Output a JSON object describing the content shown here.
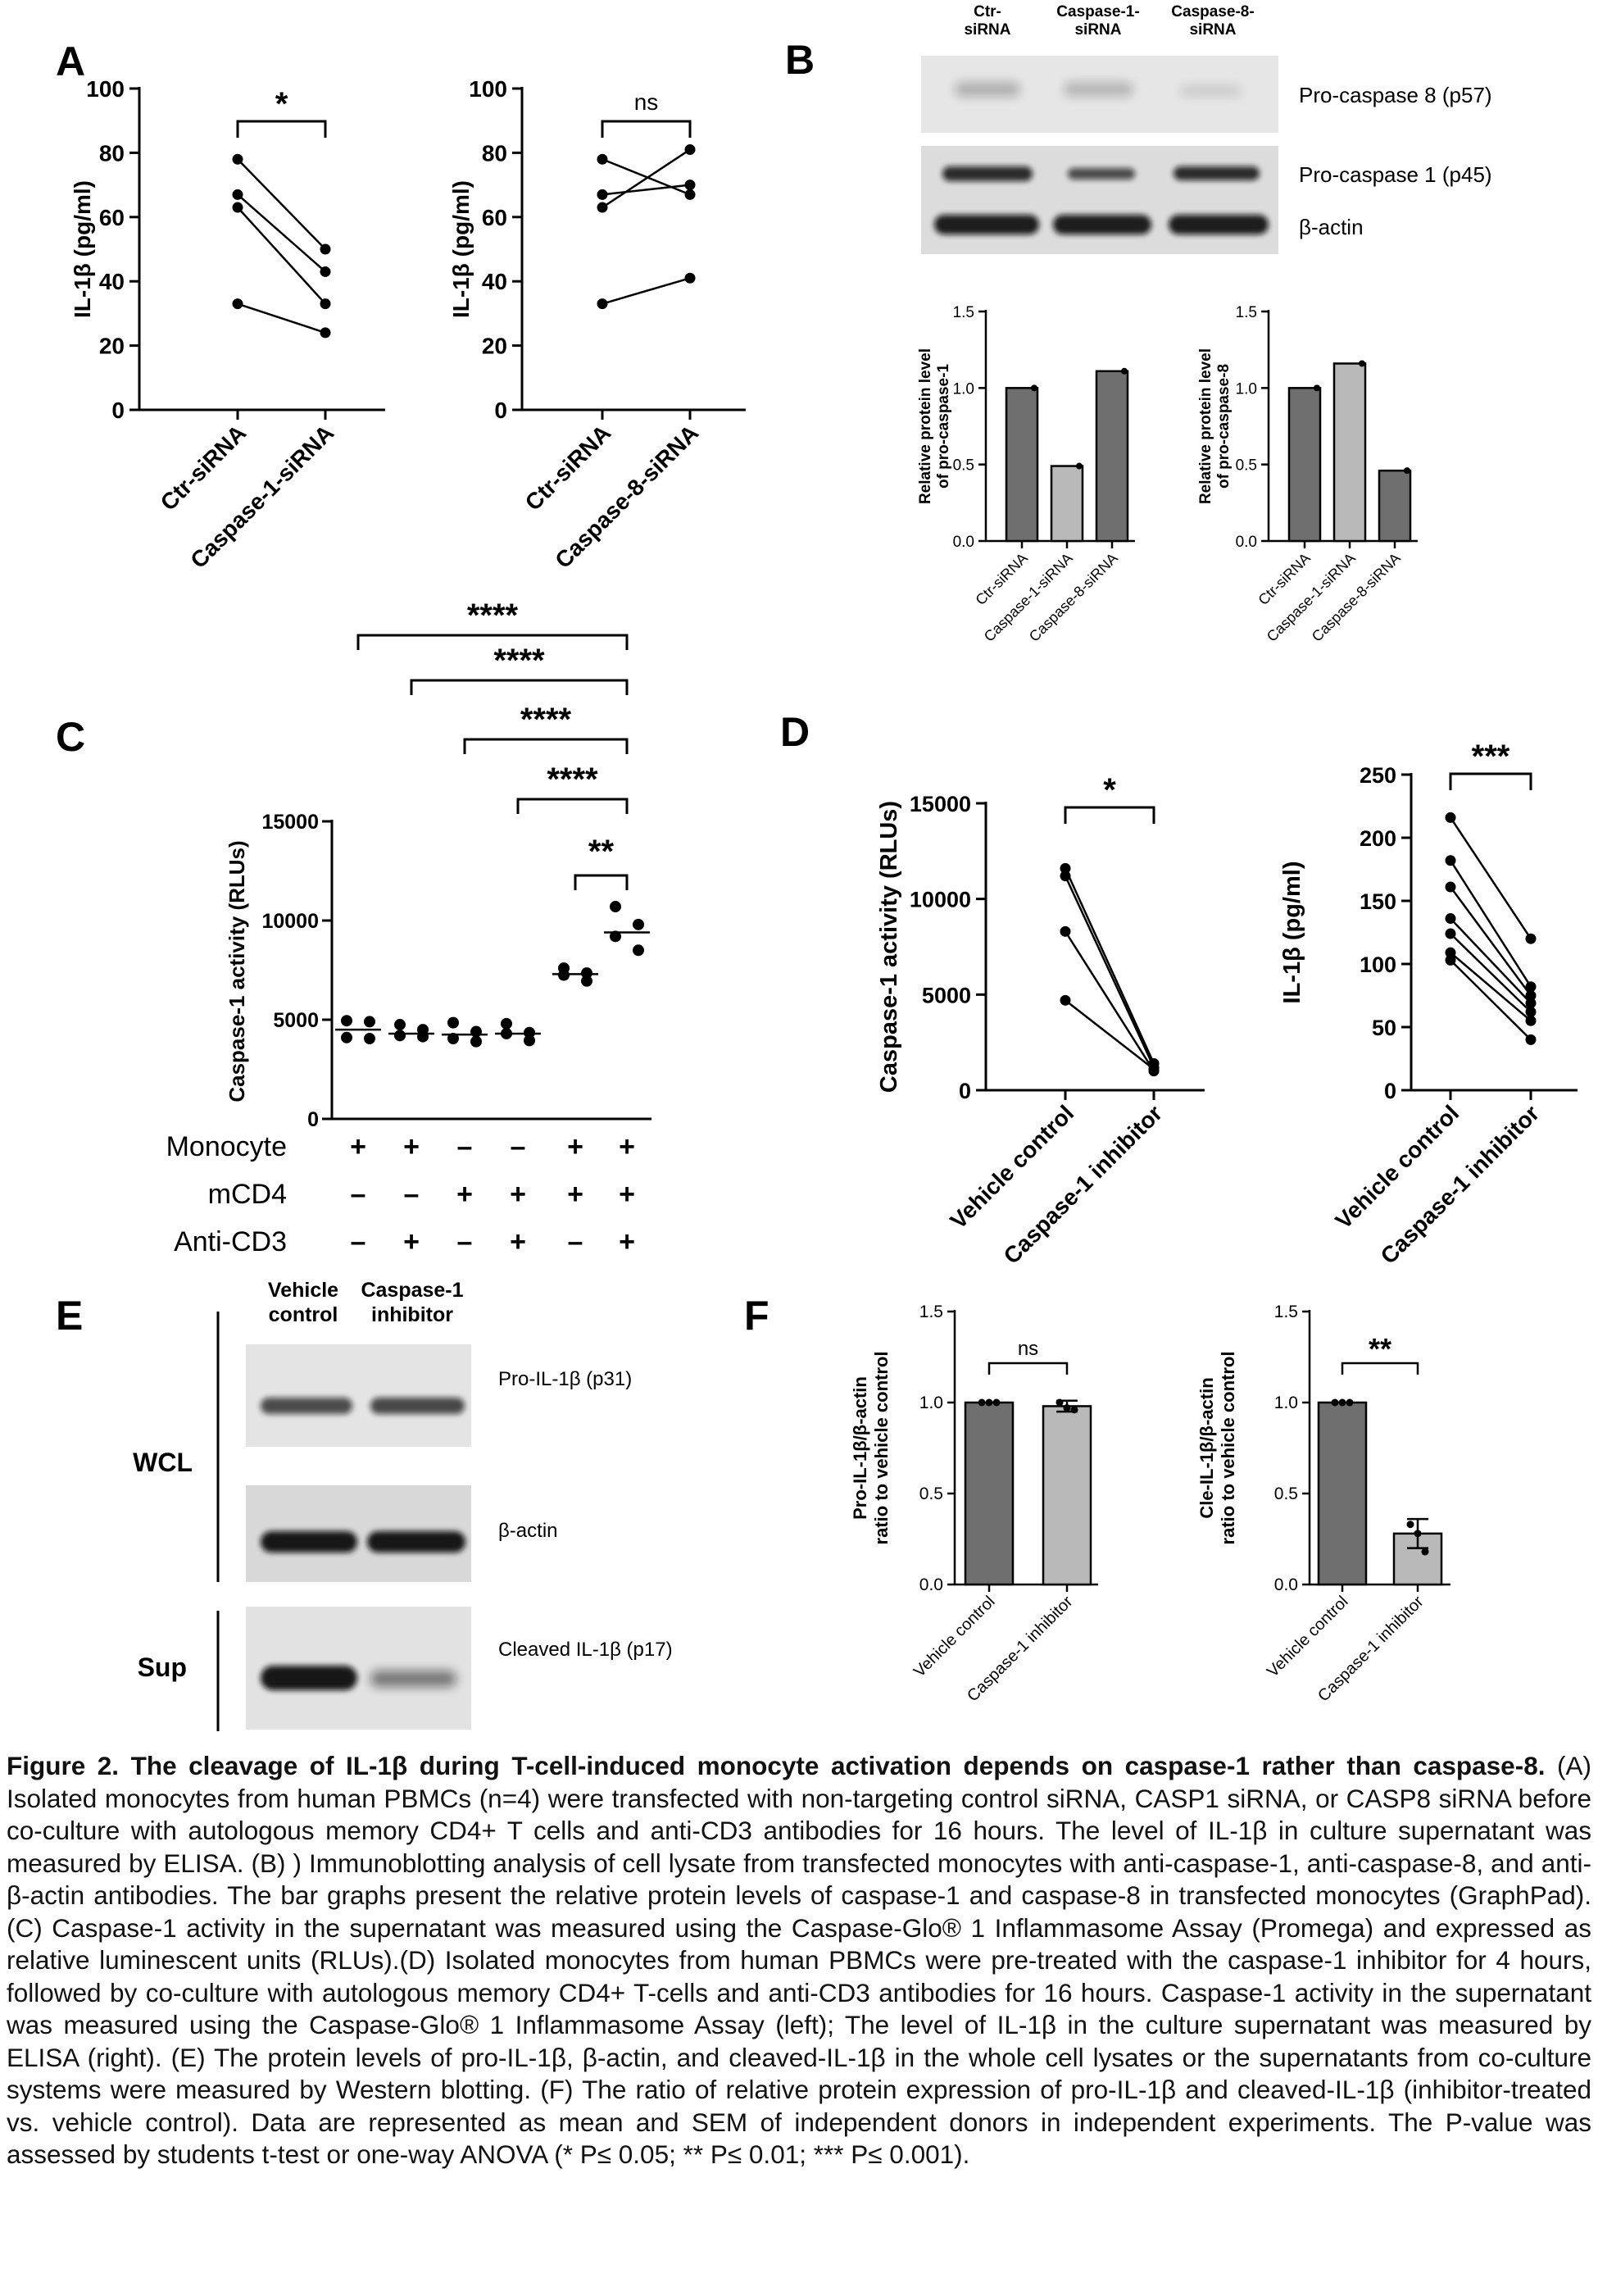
{
  "panels": {
    "A": {
      "letter": "A",
      "ylabel": "IL-1β (pg/ml)",
      "charts": [
        {
          "type": "scatter",
          "paired": true,
          "categories": [
            "Ctr-siRNA",
            "Caspase-1-siRNA"
          ],
          "pairs": [
            [
              78,
              50
            ],
            [
              67,
              43
            ],
            [
              63,
              33
            ],
            [
              33,
              24
            ]
          ],
          "yticks": [
            0,
            20,
            40,
            60,
            80,
            100
          ],
          "ylim": [
            0,
            100
          ],
          "sig": "*"
        },
        {
          "type": "scatter",
          "paired": true,
          "categories": [
            "Ctr-siRNA",
            "Caspase-8-siRNA"
          ],
          "pairs": [
            [
              78,
              67
            ],
            [
              67,
              70
            ],
            [
              63,
              81
            ],
            [
              33,
              41
            ]
          ],
          "yticks": [
            0,
            20,
            40,
            60,
            80,
            100
          ],
          "ylim": [
            0,
            100
          ],
          "sig": "ns"
        }
      ]
    },
    "B": {
      "letter": "B",
      "lane_labels": [
        [
          "Ctr-",
          "siRNA"
        ],
        [
          "Caspase-1-",
          "siRNA"
        ],
        [
          "Caspase-8-",
          "siRNA"
        ]
      ],
      "blot_labels": [
        "Pro-caspase 8 (p57)",
        "Pro-caspase 1 (p45)",
        "β-actin"
      ],
      "bar_charts": [
        {
          "type": "bar",
          "ylabel_lines": [
            "Relative protein level",
            "of pro-caspase-1"
          ],
          "categories": [
            "Ctr-siRNA",
            "Caspase-1-siRNA",
            "Caspase-8-siRNA"
          ],
          "values": [
            1.0,
            0.49,
            1.11
          ],
          "yticks": [
            "0.0",
            "0.5",
            "1.0",
            "1.5"
          ],
          "ylim": [
            0,
            1.5
          ]
        },
        {
          "type": "bar",
          "ylabel_lines": [
            "Relative protein level",
            "of pro-caspase-8"
          ],
          "categories": [
            "Ctr-siRNA",
            "Caspase-1-siRNA",
            "Caspase-8-siRNA"
          ],
          "values": [
            1.0,
            1.16,
            0.46
          ],
          "yticks": [
            "0.0",
            "0.5",
            "1.0",
            "1.5"
          ],
          "ylim": [
            0,
            1.5
          ]
        }
      ]
    },
    "C": {
      "letter": "C",
      "chart": {
        "type": "scatter",
        "ylabel": "Caspase-1 activity (RLUs)",
        "yticks": [
          0,
          5000,
          10000,
          15000
        ],
        "ylim": [
          0,
          15000
        ],
        "groups": [
          {
            "points": [
              4950,
              4900,
              4100,
              4050
            ],
            "median": 4500
          },
          {
            "points": [
              4750,
              4500,
              4200,
              4150
            ],
            "median": 4300
          },
          {
            "points": [
              4850,
              4400,
              4050,
              3900
            ],
            "median": 4250
          },
          {
            "points": [
              4800,
              4350,
              4300,
              3950
            ],
            "median": 4300
          },
          {
            "points": [
              7600,
              7350,
              7250,
              6950
            ],
            "median": 7300
          },
          {
            "points": [
              10700,
              9800,
              9200,
              8500
            ],
            "median": 9400
          }
        ],
        "sig": [
          {
            "from": 0,
            "label": "****"
          },
          {
            "from": 1,
            "label": "****"
          },
          {
            "from": 2,
            "label": "****"
          },
          {
            "from": 3,
            "label": "****"
          },
          {
            "from": 4,
            "label": "**"
          }
        ],
        "conditions": [
          {
            "name": "Monocyte",
            "signs": [
              "+",
              "+",
              "–",
              "–",
              "+",
              "+"
            ]
          },
          {
            "name": "mCD4",
            "signs": [
              "–",
              "–",
              "+",
              "+",
              "+",
              "+"
            ]
          },
          {
            "name": "Anti-CD3",
            "signs": [
              "–",
              "+",
              "–",
              "+",
              "–",
              "+"
            ]
          }
        ]
      }
    },
    "D": {
      "letter": "D",
      "charts": [
        {
          "type": "scatter",
          "paired": true,
          "ylabel": "Caspase-1 activity (RLUs)",
          "categories": [
            "Vehicle control",
            "Caspase-1 inhibitor"
          ],
          "pairs": [
            [
              11600,
              1400
            ],
            [
              11200,
              1200
            ],
            [
              8300,
              1000
            ],
            [
              4700,
              1100
            ]
          ],
          "yticks": [
            0,
            5000,
            10000,
            15000
          ],
          "ylim": [
            0,
            15000
          ],
          "sig": "*"
        },
        {
          "type": "scatter",
          "paired": true,
          "ylabel": "IL-1β (pg/ml)",
          "categories": [
            "Vehicle control",
            "Caspase-1 inhibitor"
          ],
          "pairs": [
            [
              216,
              120
            ],
            [
              182,
              82
            ],
            [
              161,
              75
            ],
            [
              136,
              69
            ],
            [
              124,
              62
            ],
            [
              109,
              55
            ],
            [
              103,
              40
            ]
          ],
          "yticks": [
            0,
            50,
            100,
            150,
            200,
            250
          ],
          "ylim": [
            0,
            250
          ],
          "sig": "***"
        }
      ]
    },
    "E": {
      "letter": "E",
      "lane_labels": [
        [
          "Vehicle",
          "control"
        ],
        [
          "Caspase-1",
          "inhibitor"
        ]
      ],
      "blot_labels": [
        "Pro-IL-1β (p31)",
        "β-actin",
        "Cleaved IL-1β (p17)"
      ],
      "group_labels": [
        "WCL",
        "Sup"
      ]
    },
    "F": {
      "letter": "F",
      "charts": [
        {
          "type": "bar",
          "ylabel_lines": [
            "Pro-IL-1β/β-actin",
            "ratio to vehicle control"
          ],
          "categories": [
            "Vehicle control",
            "Caspase-1 inhibitor"
          ],
          "values": [
            1.0,
            0.98
          ],
          "points": [
            [
              1.0,
              1.0,
              1.0
            ],
            [
              1.0,
              0.97,
              0.96
            ]
          ],
          "error": [
            0,
            0.03
          ],
          "yticks": [
            "0.0",
            "0.5",
            "1.0",
            "1.5"
          ],
          "ylim": [
            0,
            1.5
          ],
          "sig": "ns"
        },
        {
          "type": "bar",
          "ylabel_lines": [
            "Cle-IL-1β/β-actin",
            "ratio to vehicle control"
          ],
          "categories": [
            "Vehicle control",
            "Caspase-1 inhibitor"
          ],
          "values": [
            1.0,
            0.28
          ],
          "points": [
            [
              1.0,
              1.0,
              1.0
            ],
            [
              0.33,
              0.28,
              0.18
            ]
          ],
          "error": [
            0,
            0.08
          ],
          "yticks": [
            "0.0",
            "0.5",
            "1.0",
            "1.5"
          ],
          "ylim": [
            0,
            1.5
          ],
          "sig": "**"
        }
      ]
    }
  },
  "caption": {
    "title": "Figure 2. The cleavage of IL-1β during T-cell-induced monocyte activation depends on caspase-1 rather than caspase-8.",
    "body": " (A) Isolated monocytes from human PBMCs (n=4) were transfected with non-targeting control siRNA, CASP1 siRNA, or CASP8 siRNA before co-culture with autologous memory CD4+ T cells and anti-CD3 antibodies for 16 hours. The level of IL-1β in culture supernatant was measured by ELISA. (B) ) Immunoblotting analysis of cell lysate from transfected monocytes with anti-caspase-1, anti-caspase-8, and anti-β-actin antibodies. The bar graphs present the relative protein levels of caspase-1 and caspase-8 in transfected monocytes (GraphPad). (C) Caspase-1 activity in the supernatant was measured using the  Caspase-Glo® 1 Inflammasome Assay (Promega) and expressed as relative luminescent units (RLUs).(D) Isolated monocytes from human PBMCs were pre-treated with the caspase-1 inhibitor for 4 hours, followed by co-culture with autologous memory CD4+ T-cells and anti-CD3 antibodies for 16 hours. Caspase-1 activity in the supernatant was measured using the  Caspase-Glo® 1 Inflammasome Assay (left); The level of IL-1β in the culture supernatant was measured by ELISA (right). (E) The protein levels of pro-IL-1β, β-actin, and cleaved-IL-1β in the whole cell lysates or the supernatants from co-culture systems were measured by Western blotting. (F) The ratio of relative protein expression of pro-IL-1β and cleaved-IL-1β (inhibitor-treated vs. vehicle control). Data are represented as mean and SEM of independent donors in independent experiments. The P-value was assessed by students t-test or one-way ANOVA (* P≤ 0.05; ** P≤ 0.01; *** P≤ 0.001)."
  }
}
